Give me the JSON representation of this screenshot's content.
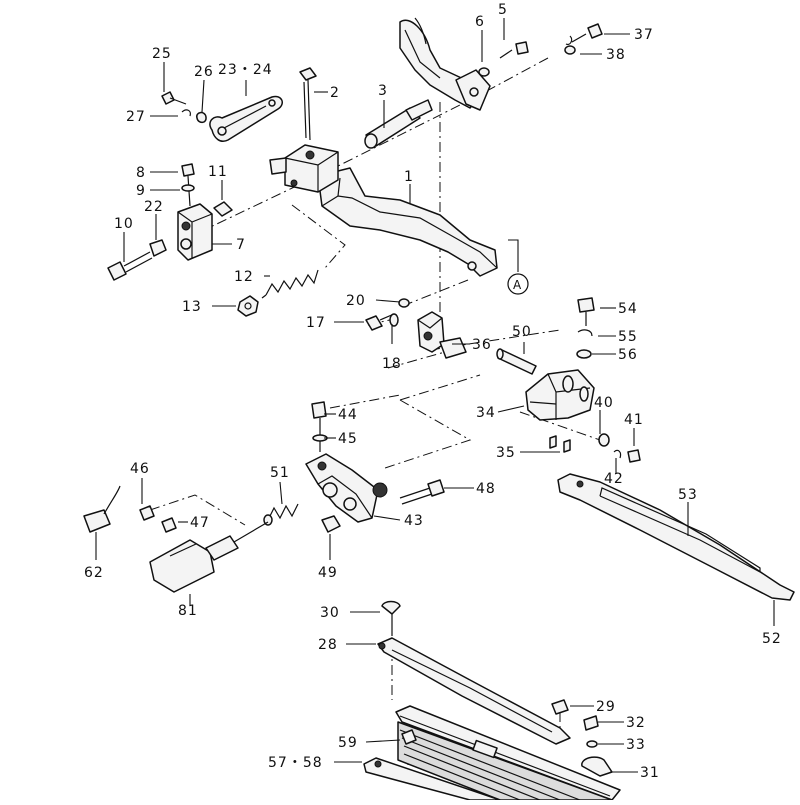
{
  "callouts": [
    {
      "id": "c5",
      "text": "5"
    },
    {
      "id": "c6",
      "text": "6"
    },
    {
      "id": "c37",
      "text": "37"
    },
    {
      "id": "c38",
      "text": "38"
    },
    {
      "id": "c25",
      "text": "25"
    },
    {
      "id": "c26",
      "text": "26"
    },
    {
      "id": "c23_24",
      "text": "23・24"
    },
    {
      "id": "c2",
      "text": "2"
    },
    {
      "id": "c3",
      "text": "3"
    },
    {
      "id": "c27",
      "text": "27"
    },
    {
      "id": "c8",
      "text": "8"
    },
    {
      "id": "c11",
      "text": "11"
    },
    {
      "id": "c9",
      "text": "9"
    },
    {
      "id": "c1",
      "text": "1"
    },
    {
      "id": "c10",
      "text": "10"
    },
    {
      "id": "c22",
      "text": "22"
    },
    {
      "id": "c7",
      "text": "7"
    },
    {
      "id": "c12",
      "text": "12"
    },
    {
      "id": "cA",
      "text": "A"
    },
    {
      "id": "c13",
      "text": "13"
    },
    {
      "id": "c20",
      "text": "20"
    },
    {
      "id": "c54",
      "text": "54"
    },
    {
      "id": "c17",
      "text": "17"
    },
    {
      "id": "c55",
      "text": "55"
    },
    {
      "id": "c50",
      "text": "50"
    },
    {
      "id": "c18",
      "text": "18"
    },
    {
      "id": "c36",
      "text": "36"
    },
    {
      "id": "c56",
      "text": "56"
    },
    {
      "id": "c44",
      "text": "44"
    },
    {
      "id": "c40",
      "text": "40"
    },
    {
      "id": "c34",
      "text": "34"
    },
    {
      "id": "c41",
      "text": "41"
    },
    {
      "id": "c45",
      "text": "45"
    },
    {
      "id": "c35",
      "text": "35"
    },
    {
      "id": "c42",
      "text": "42"
    },
    {
      "id": "c46",
      "text": "46"
    },
    {
      "id": "c51",
      "text": "51"
    },
    {
      "id": "c48",
      "text": "48"
    },
    {
      "id": "c53",
      "text": "53"
    },
    {
      "id": "c47",
      "text": "47"
    },
    {
      "id": "c43",
      "text": "43"
    },
    {
      "id": "c62",
      "text": "62"
    },
    {
      "id": "c49",
      "text": "49"
    },
    {
      "id": "c81",
      "text": "81"
    },
    {
      "id": "c30",
      "text": "30"
    },
    {
      "id": "c52",
      "text": "52"
    },
    {
      "id": "c28",
      "text": "28"
    },
    {
      "id": "c29",
      "text": "29"
    },
    {
      "id": "c32",
      "text": "32"
    },
    {
      "id": "c59",
      "text": "59"
    },
    {
      "id": "c33",
      "text": "33"
    },
    {
      "id": "c57_58",
      "text": "57・58"
    },
    {
      "id": "c31",
      "text": "31"
    }
  ]
}
